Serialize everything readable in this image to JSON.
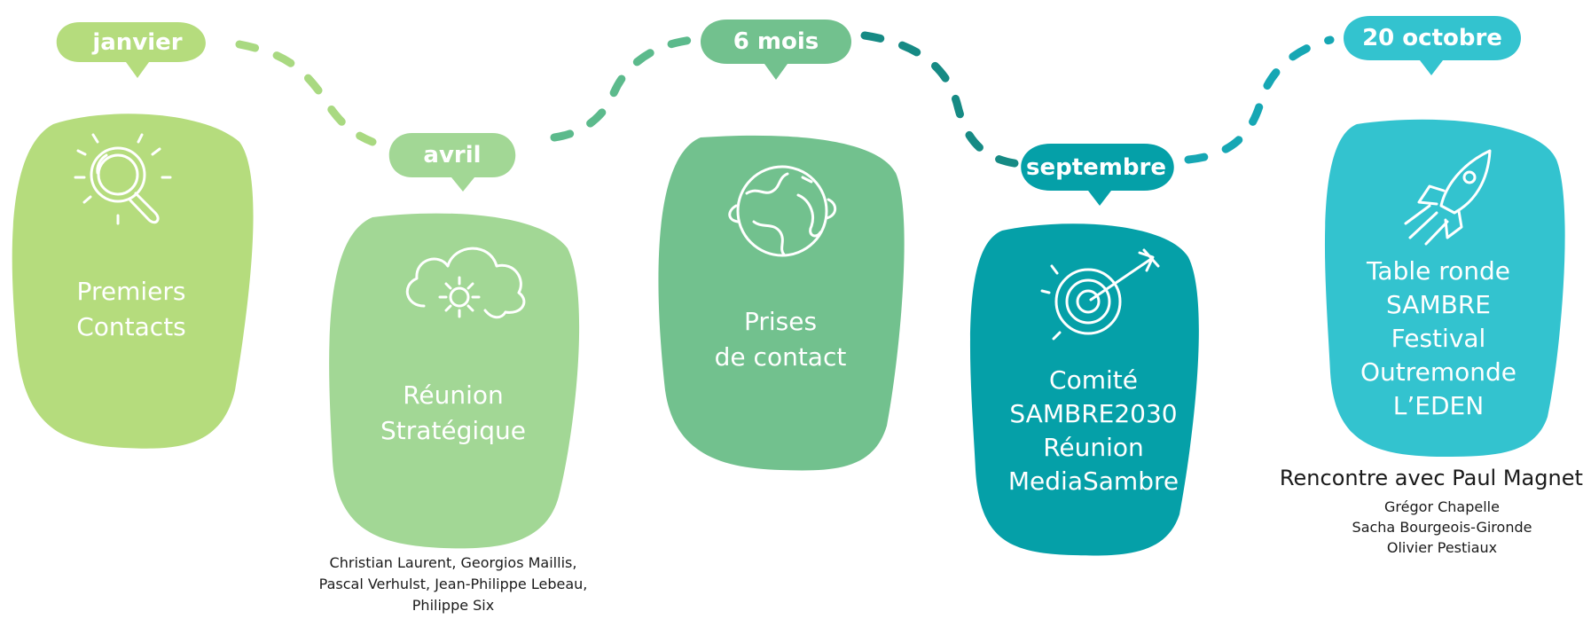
{
  "colors": {
    "c1": "#b5dc7d",
    "c2": "#a2d795",
    "c3": "#72c18e",
    "c4": "#05a0a8",
    "c5": "#33c3cf",
    "dash_a": "#a9d981",
    "dash_b": "#5cba8c",
    "dash_c": "#168a84",
    "dash_d": "#16a7b4"
  },
  "stages": [
    {
      "label": "janvier",
      "icon": "magnifier-icon",
      "lines": [
        "Premiers",
        "Contacts"
      ],
      "notes": []
    },
    {
      "label": "avril",
      "icon": "cloud-gear-icon",
      "lines": [
        "Réunion",
        "Stratégique"
      ],
      "notes": [
        "Christian Laurent, Georgios Maillis,",
        "Pascal Verhulst, Jean-Philippe Lebeau,",
        "Philippe Six"
      ]
    },
    {
      "label": "6 mois",
      "icon": "globe-icon",
      "lines": [
        "Prises",
        "de contact"
      ],
      "notes": []
    },
    {
      "label": "septembre",
      "icon": "target-icon",
      "lines": [
        "Comité",
        "SAMBRE2030",
        "Réunion",
        "MediaSambre"
      ],
      "notes": []
    },
    {
      "label": "20 octobre",
      "icon": "rocket-icon",
      "lines": [
        "Table ronde",
        "SAMBRE",
        "Festival",
        "Outremonde",
        "L’EDEN"
      ],
      "heading": "Rencontre avec Paul Magnette",
      "notes": [
        "Grégor Chapelle",
        "Sacha Bourgeois-Gironde",
        "Olivier Pestiaux"
      ]
    }
  ]
}
